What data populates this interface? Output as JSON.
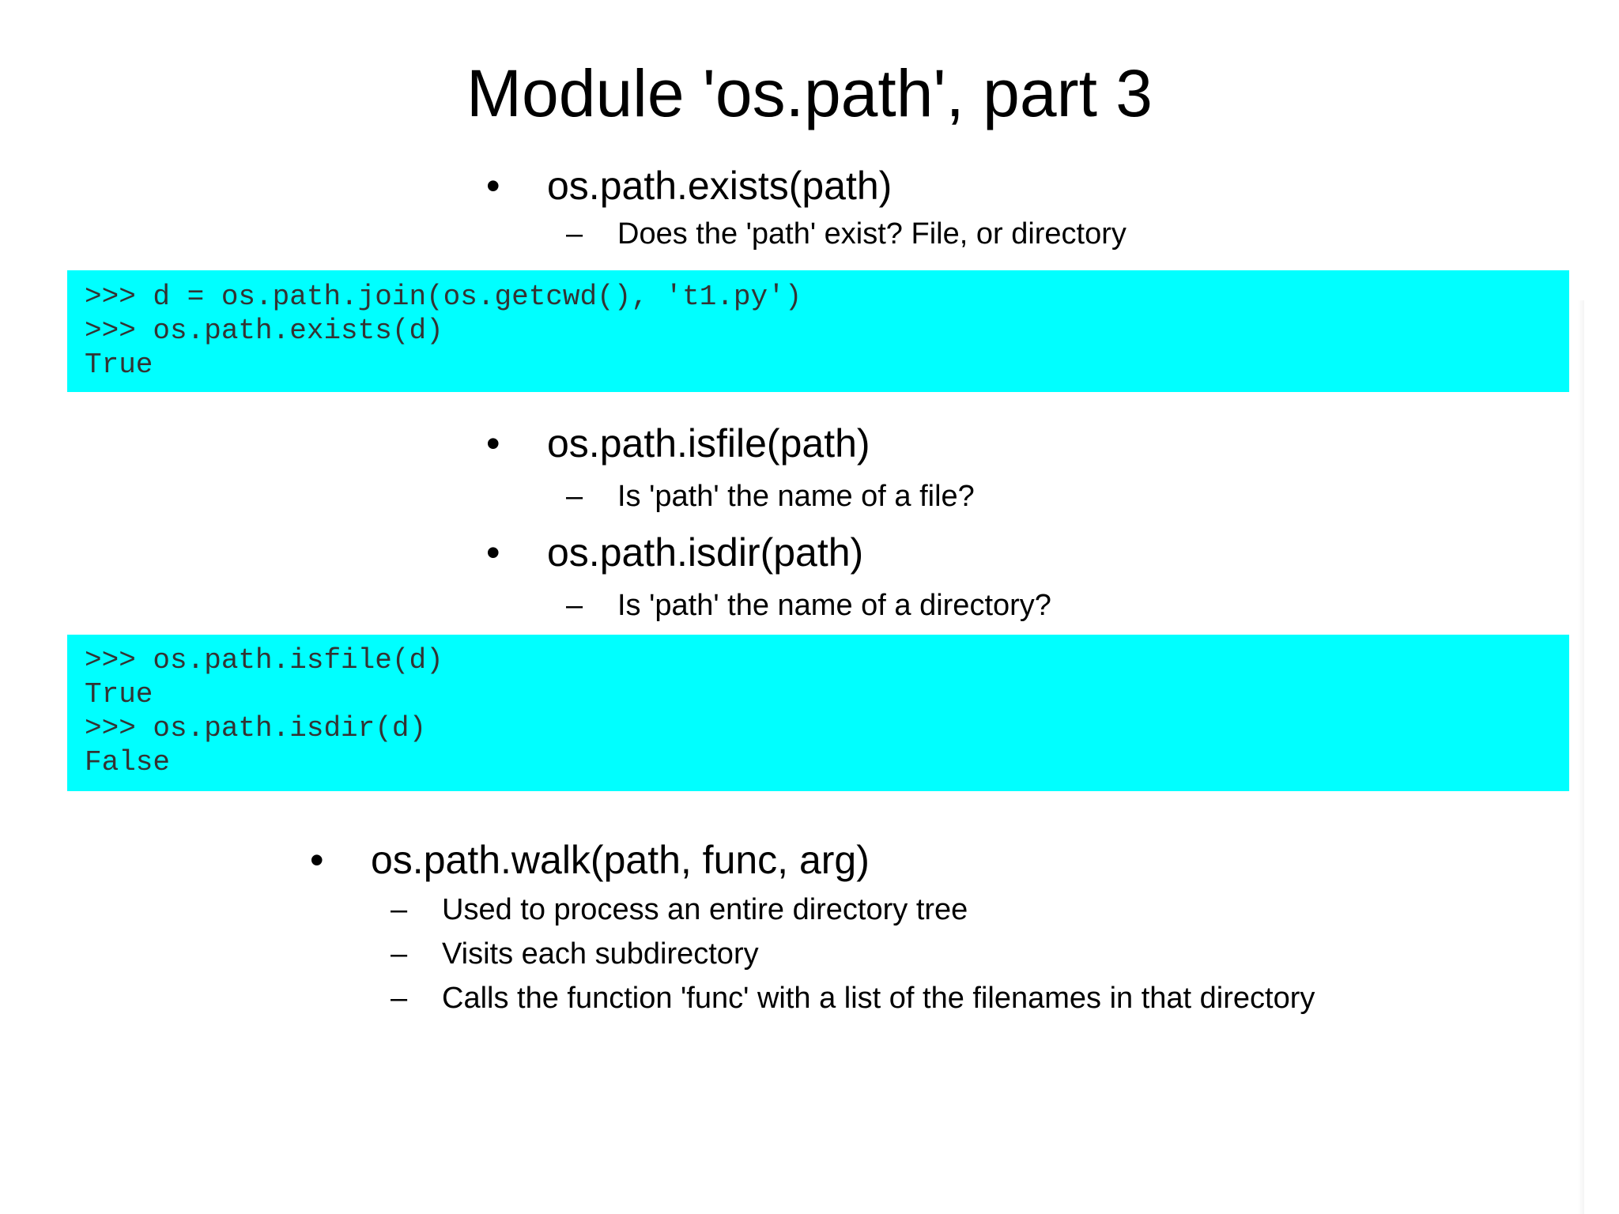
{
  "title": "Module 'os.path', part 3",
  "bullet_marker": "•",
  "dash_marker": "–",
  "section1": {
    "bullet": "os.path.exists(path)",
    "sub1": "Does the 'path' exist? File, or directory"
  },
  "code1": {
    "line1": ">>> d = os.path.join(os.getcwd(), 't1.py')",
    "line2": ">>> os.path.exists(d)",
    "line3": "True"
  },
  "section2": {
    "bullet1": "os.path.isfile(path)",
    "sub1": "Is 'path' the name of a file?",
    "bullet2": "os.path.isdir(path)",
    "sub2": "Is 'path' the name of a directory?"
  },
  "code2": {
    "line1": ">>> os.path.isfile(d)",
    "line2": "True",
    "line3": ">>> os.path.isdir(d)",
    "line4": "False"
  },
  "section3": {
    "bullet": "os.path.walk(path, func, arg)",
    "sub1": "Used to process an entire directory tree",
    "sub2": "Visits each subdirectory",
    "sub3": "Calls the function 'func' with a list of the filenames in that directory"
  },
  "colors": {
    "code_background": "#00ffff",
    "code_text": "#333333",
    "text": "#000000",
    "background": "#ffffff"
  }
}
